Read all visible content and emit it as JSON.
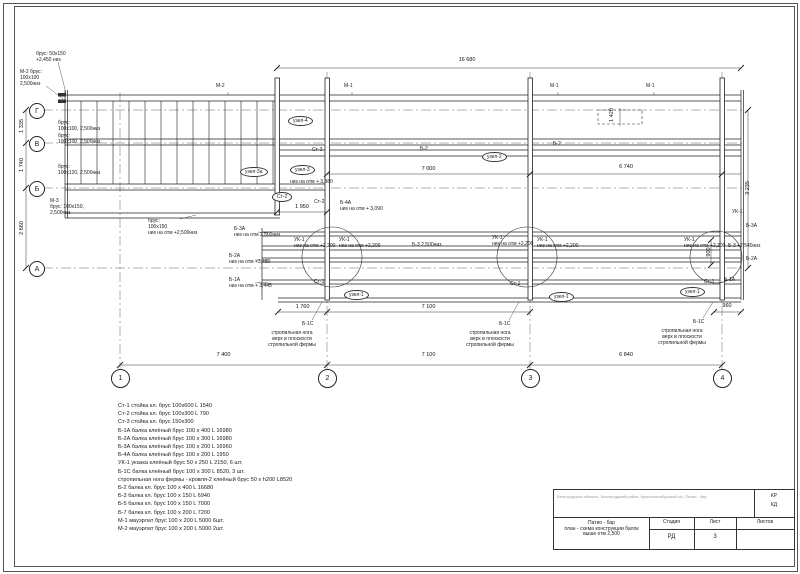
{
  "axes": {
    "rows": [
      "Г",
      "В",
      "Б",
      "А"
    ],
    "cols": [
      "1",
      "2",
      "3",
      "4"
    ]
  },
  "dims": {
    "top": "16 680",
    "mid_left": "7 000",
    "mid_right": "6 740",
    "v1": "1 335",
    "v2": "1 740",
    "v3": "2 660",
    "v_right": "3 235",
    "v_900": "900",
    "v_1420": "1 420",
    "d1950": "1 950",
    "d1760": "1 760",
    "d7100_mid": "7 100",
    "d960": "960",
    "bottom1": "7 400",
    "bottom2": "7 100",
    "bottom3": "6 840"
  },
  "ann": {
    "brus_50x150": "брус: 50х150\n+2,450 низ",
    "m2_brus": "М-2 брус:\n100х100\n2,500низ",
    "brus_a": "брус:\n100х100, 2,500низ",
    "brus_b": "брус:\n100х100, 2,500низ",
    "brus_c": "брус:\n100х120, 2,500низ",
    "m3": "М-3\nбрус: 100х150,\n2,500низ",
    "brus_d": "брус:\n100х150\nниз на отм +2,500низ",
    "m2": "М-2",
    "m1": "М-1",
    "uzel1": "узел-1",
    "uzel2": "узел-2",
    "uzel3": "узел-3",
    "uzel3a": "узел-3а",
    "uzel4": "узел-4",
    "st1": "Ст-1",
    "st2": "Ст-2",
    "st3": "Ст-3",
    "b2": "Б-2",
    "b4a": "Б-4А\nниз на отм + 3,090",
    "niz3380": "низ на отм + 3,380",
    "b3a": "Б-3А\nниз на отм 2,500низ",
    "b2a": "Б-2А\nниз на отм +3,480",
    "b1a": "Б-1А\nниз на отм + 3,445",
    "uk1": "УК-1\nниз на отм +2,200",
    "uk1_short": "УК-1",
    "b3a_short": "Б-3А",
    "b2a_short": "Б-2А",
    "b1a_short": "Б-1А",
    "b3_mid": "Б-3  2,500низ",
    "b3_right": "Б-3 +2,540низ",
    "b1c": "Б-1С",
    "rafter_note": "стропильная нога\nверх в плоскости\nстропильной фермы"
  },
  "legend": {
    "lines": [
      "Ст-1  стойка кл. брус  100х600 L 1540",
      "Ст-2  стойка кл. брус  100х300 L 790",
      "Ст-3  стойка кл. брус  150х300",
      "Б-1А балка клеёный брус 100 х 400 L 16980",
      "Б-2А балка клеёный брус 100 х 300 L 16980",
      "Б-3А балка клеёный брус 100 х 200 L 16960",
      "Б-4А балка клеёный брус 100 х 200 L 1950",
      "УК-1 указка клеёный брус 50 х 250 L 2150, 6 шт.",
      "Б-1С балка клеёный брус 100 х 300 L 8520, 3 шт.",
      "стропильная нога фермы - кровля-2 клеёный брус 50 х h200 L8520",
      "Б-2  балка кл. брус 100 х 400 L 16680",
      "Б-3  балка кл. брус 100 х 150 L 6940",
      "Б-5  балка кл. брус 100 х 150 L 7000",
      "Б-7  балка кл. брус 100 х 200 L 7200",
      "М-1 мауэрлат брус 100 х 200 L 5000   6шт.",
      "М-2 мауэрлат брус 100 х 200 L 5000   2шт."
    ]
  },
  "title_block": {
    "project_note": "Белгородская область, Белгородский район, Краснооктябрьский с/с, Патио - бар",
    "kr": "КР",
    "kd": "КД",
    "doc_title": "Патио - бар\nплан - схема конструкции балок\nвыше отм 2,500",
    "stage_label": "Стадия",
    "sheet_label": "Лист",
    "sheets_label": "Листов",
    "stage": "РД",
    "sheet_no": "3"
  }
}
